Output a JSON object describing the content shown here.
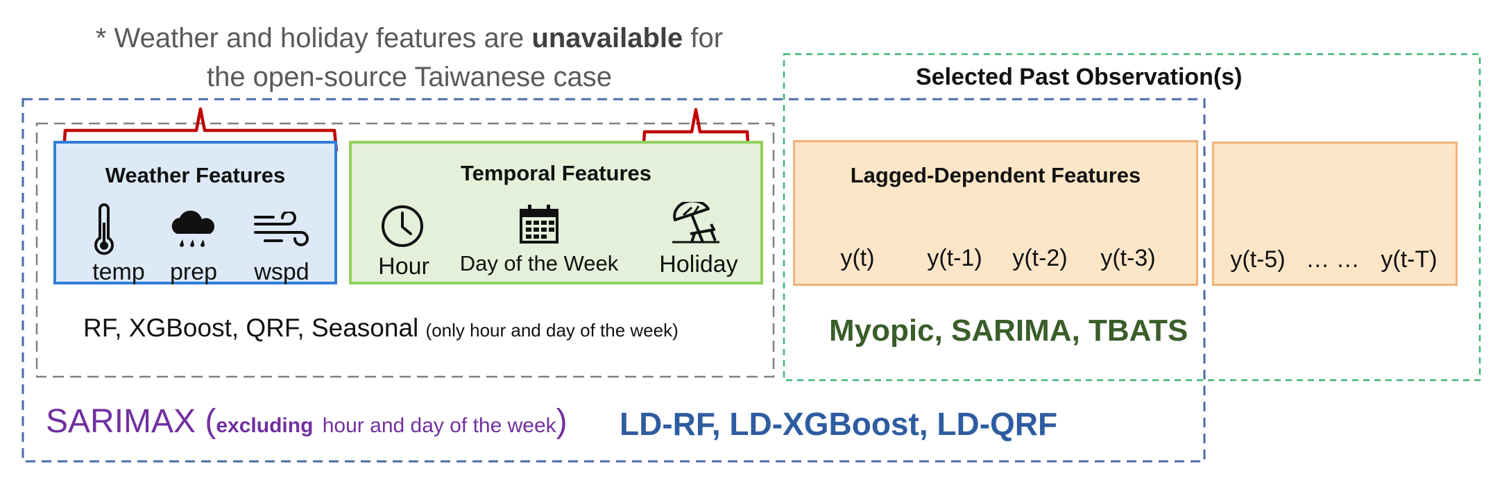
{
  "note": {
    "prefix": "* Weather and holiday features are",
    "emphasis": "unavailable",
    "suffix": "for",
    "line2": "the open-source Taiwanese case"
  },
  "selected_past": "Selected Past Observation(s)",
  "weather": {
    "title": "Weather Features",
    "items": [
      "temp",
      "prep",
      "wspd"
    ],
    "icons": [
      "thermometer-icon",
      "rain-cloud-icon",
      "wind-icon"
    ]
  },
  "temporal": {
    "title": "Temporal Features",
    "items": [
      "Hour",
      "Day of the Week",
      "Holiday"
    ],
    "icons": [
      "clock-icon",
      "calendar-icon",
      "beach-icon"
    ]
  },
  "lagged": {
    "title": "Lagged-Dependent Features",
    "items": [
      "y(t)",
      "y(t-1)",
      "y(t-2)",
      "y(t-3)"
    ],
    "items2": [
      "y(t-5)",
      "… …",
      "y(t-T)"
    ]
  },
  "models_left": {
    "main": "RF, XGBoost, QRF, Seasonal",
    "note": "(only hour and day of the week)"
  },
  "models_right": "Myopic, SARIMA, TBATS",
  "sarimax": {
    "name": "SARIMAX",
    "open": "(",
    "excluding": "excluding",
    "rest": "hour and day of the week",
    "close": ")"
  },
  "ld_models": "LD-RF, LD-XGBoost, LD-QRF",
  "colors": {
    "weather_border": "#2f7ed8",
    "weather_fill": "#dde9f6",
    "temporal_border": "#8fd15c",
    "temporal_fill": "#e4f0d9",
    "lagged_border": "#f0b27a",
    "lagged_fill": "#fde6c7",
    "outer_blue": "#4a6aa8",
    "green_dash": "#3cb371",
    "gray_dash": "#7f7f7f",
    "brace_red": "#c00000",
    "sarimax_purple": "#7030a0",
    "ld_blue": "#2e5ca0",
    "myopic_green": "#3a5d2a"
  }
}
